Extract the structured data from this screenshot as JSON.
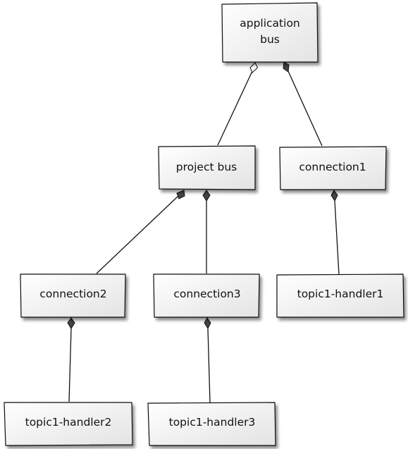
{
  "nodes": {
    "application_bus": {
      "line1": "application",
      "line2": "bus"
    },
    "project_bus": {
      "label": "project bus"
    },
    "connection1": {
      "label": "connection1"
    },
    "connection2": {
      "label": "connection2"
    },
    "connection3": {
      "label": "connection3"
    },
    "topic1_handler1": {
      "label": "topic1-handler1"
    },
    "topic1_handler2": {
      "label": "topic1-handler2"
    },
    "topic1_handler3": {
      "label": "topic1-handler3"
    }
  },
  "edges": [
    {
      "from": "application_bus",
      "to": "project_bus",
      "kind": "aggregation"
    },
    {
      "from": "application_bus",
      "to": "connection1",
      "kind": "composition"
    },
    {
      "from": "project_bus",
      "to": "connection2",
      "kind": "composition"
    },
    {
      "from": "project_bus",
      "to": "connection3",
      "kind": "composition"
    },
    {
      "from": "connection1",
      "to": "topic1_handler1",
      "kind": "composition"
    },
    {
      "from": "connection2",
      "to": "topic1_handler2",
      "kind": "composition"
    },
    {
      "from": "connection3",
      "to": "topic1_handler3",
      "kind": "composition"
    }
  ],
  "colors": {
    "box_fill_top": "#ffffff",
    "box_fill_bottom": "#e3e3e3",
    "shadow": "#9a9a9a",
    "stroke": "#111111",
    "diamond_fill": "#444444"
  }
}
